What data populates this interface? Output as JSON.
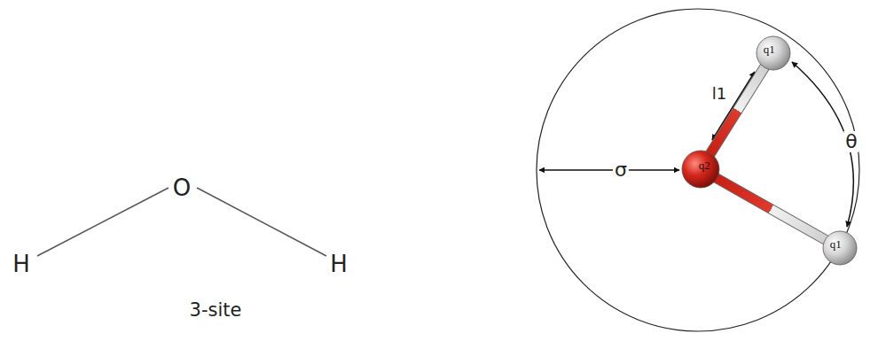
{
  "diagram": {
    "nodes": [
      {
        "text": [
          "q1"
        ]
      },
      {
        "text": [
          "q2"
        ]
      },
      {
        "text": [
          "q1"
        ]
      }
    ],
    "edges": [
      {
        "from": 1,
        "to": 0,
        "arrow": "none"
      },
      {
        "from": 1,
        "to": 2,
        "arrow": "none"
      }
    ],
    "labels": [
      "O",
      "H",
      "H",
      "3-site",
      "l1",
      "σ",
      "θ"
    ]
  }
}
